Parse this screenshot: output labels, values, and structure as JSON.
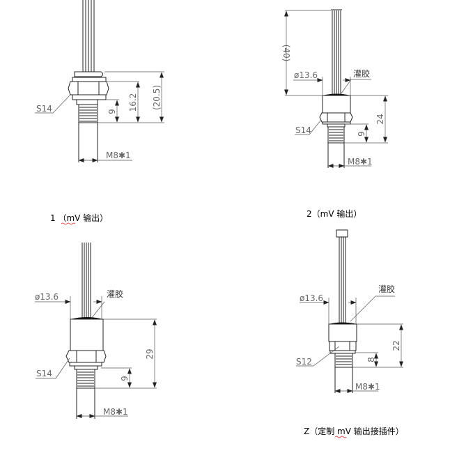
{
  "drawings": [
    {
      "caption": "1 （mV 输出）",
      "hex": "S14",
      "thread": "M8✱1",
      "dims": [
        "9",
        "16.2",
        "(20.5)"
      ]
    },
    {
      "caption": "2（mV 输出）",
      "hex": "S14",
      "thread": "M8✱1",
      "diameter": "ø13.6",
      "potting": "灌胶",
      "dims": [
        "(40)",
        "24",
        "9"
      ]
    },
    {
      "caption": "",
      "hex": "S14",
      "thread": "M8✱1",
      "diameter": "ø13.6",
      "potting": "灌胶",
      "dims": [
        "29",
        "9"
      ]
    },
    {
      "caption": "Z（定制 mV 输出接插件）",
      "hex": "S12",
      "thread": "M8✱1",
      "diameter": "ø13.6",
      "potting": "灌胶",
      "dims": [
        "22",
        "8"
      ]
    }
  ]
}
